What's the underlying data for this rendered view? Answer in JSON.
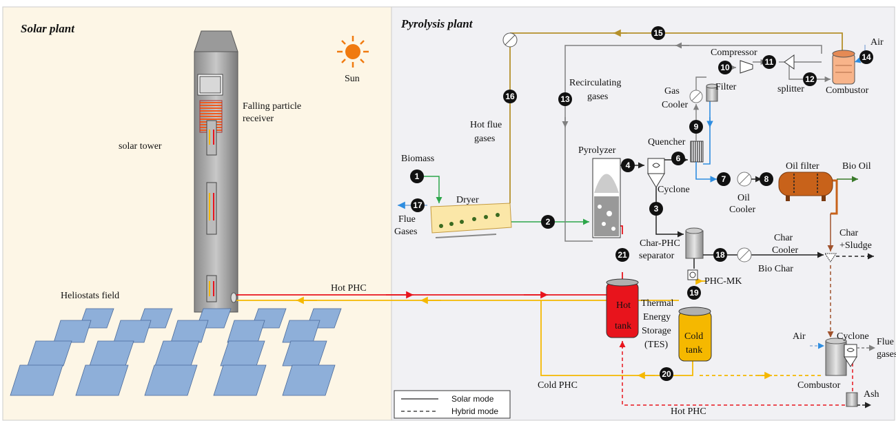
{
  "sections": {
    "solar": "Solar plant",
    "pyrolysis": "Pyrolysis plant"
  },
  "labels": {
    "sun": "Sun",
    "falling1": "Falling particle",
    "falling2": "receiver",
    "solar_tower": "solar tower",
    "heliostats": "Heliostats field",
    "hot_phc_top": "Hot PHC",
    "hot_phc_bottom": "Hot PHC",
    "cold_phc": "Cold PHC",
    "biomass": "Biomass",
    "dryer": "Dryer",
    "flue1": "Flue",
    "flue2": "Gases",
    "hot_flue1": "Hot flue",
    "hot_flue2": "gases",
    "recirc1": "Recirculating",
    "recirc2": "gases",
    "pyrolyzer": "Pyrolyzer",
    "cyclone": "Cyclone",
    "quencher": "Quencher",
    "gas_cooler1": "Gas",
    "gas_cooler2": "Cooler",
    "filter": "Filter",
    "compressor": "Compressor",
    "splitter": "splitter",
    "combustor_top": "Combustor",
    "air_top": "Air",
    "oil_cooler1": "Oil",
    "oil_cooler2": "Cooler",
    "oil_filter": "Oil filter",
    "bio_oil": "Bio Oil",
    "char_sludge1": "Char",
    "char_sludge2": "+Sludge",
    "char_cooler1": "Char",
    "char_cooler2": "Cooler",
    "bio_char": "Bio Char",
    "char_phc1": "Char-PHC",
    "char_phc2": "separator",
    "phc_mk": "PHC-MK",
    "tes1": "Thermal",
    "tes2": "Energy",
    "tes3": "Storage",
    "tes4": "(TES)",
    "hot_tank1": "Hot",
    "hot_tank2": "tank",
    "cold_tank1": "Cold",
    "cold_tank2": "tank",
    "air_bottom": "Air",
    "cyclone_bottom": "Cyclone",
    "flue_bottom1": "Flue",
    "flue_bottom2": "gases",
    "combustor_bottom": "Combustor",
    "ash": "Ash"
  },
  "streams": [
    "1",
    "2",
    "3",
    "4",
    "6",
    "7",
    "8",
    "9",
    "10",
    "11",
    "12",
    "13",
    "14",
    "15",
    "16",
    "17",
    "18",
    "19",
    "20",
    "21"
  ],
  "legend": {
    "solar": "Solar mode",
    "hybrid": "Hybrid mode"
  },
  "colors": {
    "solar_bg": "#fdf6e6",
    "pyro_bg": "#f1f1f4",
    "hot_line": "#e8141c",
    "cold_line": "#f5b800",
    "flue_line": "#b5902a",
    "gas_line": "#808080",
    "heliostat": "#8eafd9",
    "sun": "#f07a10"
  }
}
